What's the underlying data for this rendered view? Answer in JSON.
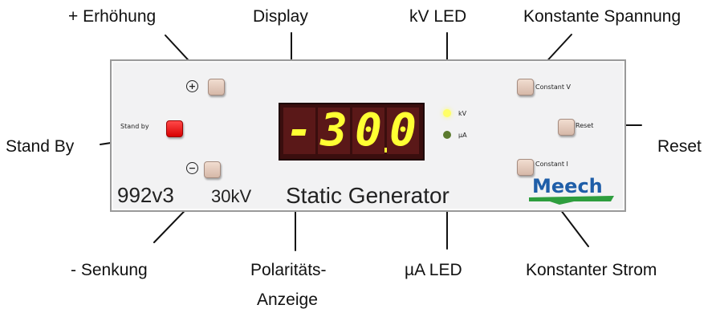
{
  "callouts": {
    "increase": "+ Erhöhung",
    "display": "Display",
    "kv_led": "kV LED",
    "constant_voltage": "Konstante Spannung",
    "stand_by": "Stand By",
    "reset": "Reset",
    "decrease": "- Senkung",
    "polarity_line1": "Polaritäts-",
    "polarity_line2": "Anzeige",
    "ua_led": "µA LED",
    "constant_current": "Konstanter Strom"
  },
  "panel": {
    "stand_by_label": "Stand by",
    "plus_symbol": "+",
    "minus_symbol": "−",
    "display_chars": [
      "-",
      "3",
      "0",
      "0"
    ],
    "kv_label": "kV",
    "ua_label": "µA",
    "constant_v_label": "Constant V",
    "reset_label": "Reset",
    "constant_i_label": "Constant I",
    "model": "992v3",
    "voltage": "30kV",
    "product": "Static Generator",
    "logo": "Meech",
    "colors": {
      "display_segment": "#ffff33",
      "kv_led": "#ffff66",
      "ua_led": "#5b7a2e",
      "standby_button": "#e60000",
      "logo_blue": "#1f5ea8",
      "logo_green": "#2e9e3e"
    }
  }
}
